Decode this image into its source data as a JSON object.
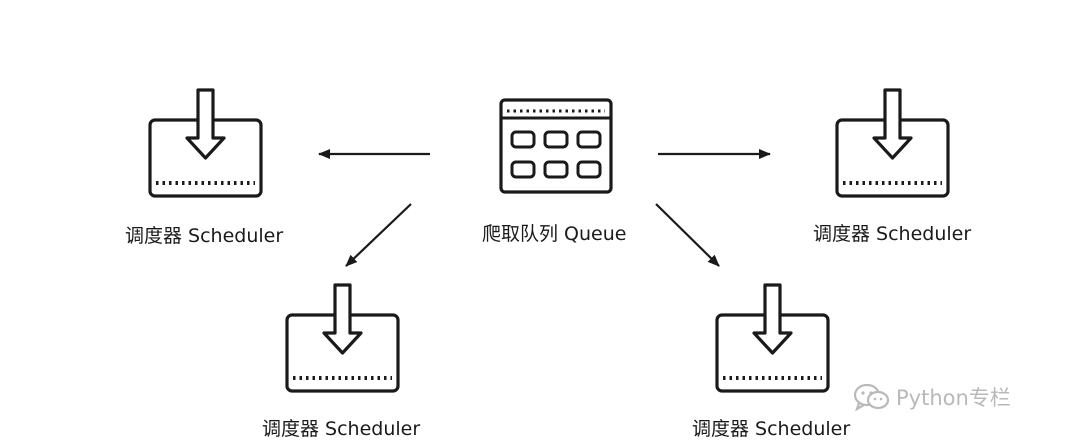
{
  "queue": {
    "label": "爬取队列 Queue",
    "icon": "queue-icon"
  },
  "schedulers": [
    {
      "label": "调度器 Scheduler",
      "icon": "scheduler-download-icon"
    },
    {
      "label": "调度器 Scheduler",
      "icon": "scheduler-download-icon"
    },
    {
      "label": "调度器 Scheduler",
      "icon": "scheduler-download-icon"
    },
    {
      "label": "调度器 Scheduler",
      "icon": "scheduler-download-icon"
    }
  ],
  "watermark": {
    "text": "Python专栏",
    "icon": "wechat-icon"
  },
  "colors": {
    "stroke": "#1a1a1a",
    "watermark": "#b9b9b9"
  }
}
